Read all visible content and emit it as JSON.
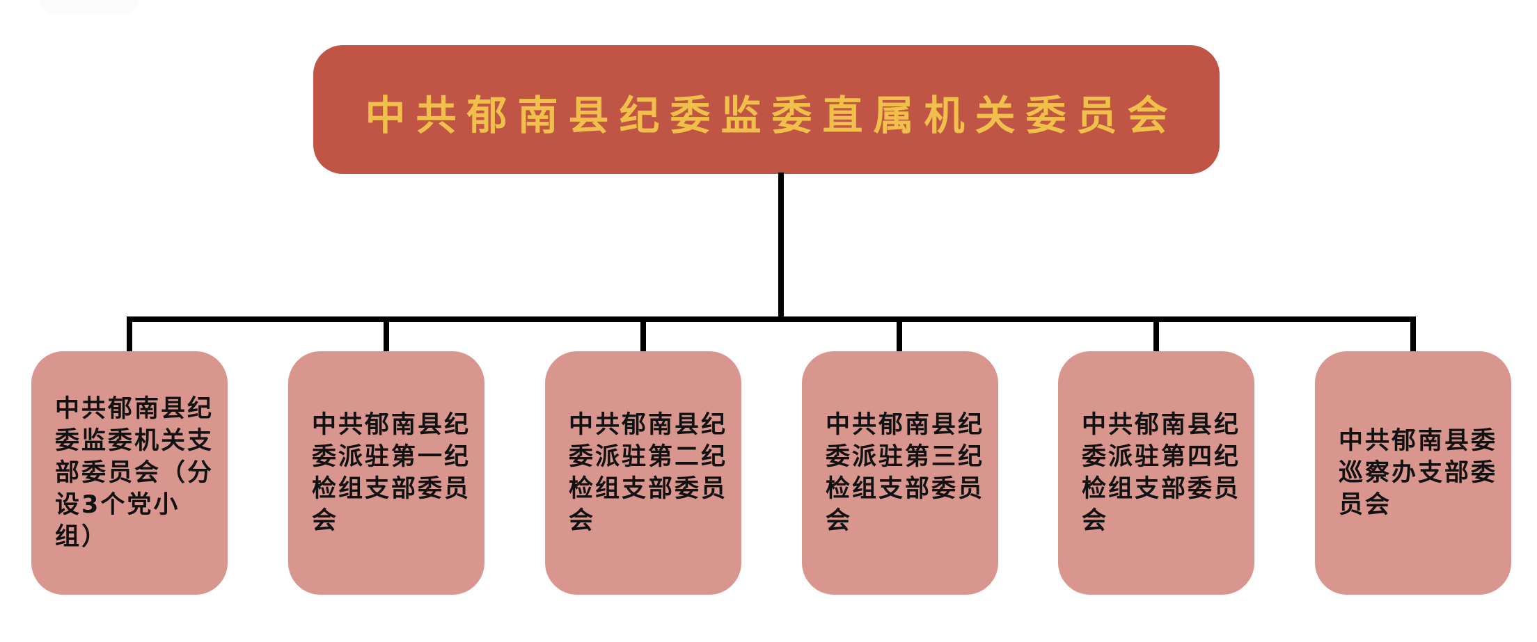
{
  "diagram": {
    "type": "org-chart",
    "root": {
      "label": "中共郁南县纪委监委直属机关委员会"
    },
    "children": [
      {
        "label": "中共郁南县纪委监委机关支部委员会（分设3个党小组）"
      },
      {
        "label": "中共郁南县纪委派驻第一纪检组支部委员会"
      },
      {
        "label": "中共郁南县纪委派驻第二纪检组支部委员会"
      },
      {
        "label": "中共郁南县纪委派驻第三纪检组支部委员会"
      },
      {
        "label": "中共郁南县纪委派驻第四纪检组支部委员会"
      },
      {
        "label": "中共郁南县委巡察办支部委员会"
      }
    ],
    "colors": {
      "root_fill": "#C05546",
      "root_text": "#F0C04A",
      "child_fill": "#D9968F",
      "child_text": "#111111",
      "connector": "#000000",
      "background": "#FFFFFF"
    }
  }
}
